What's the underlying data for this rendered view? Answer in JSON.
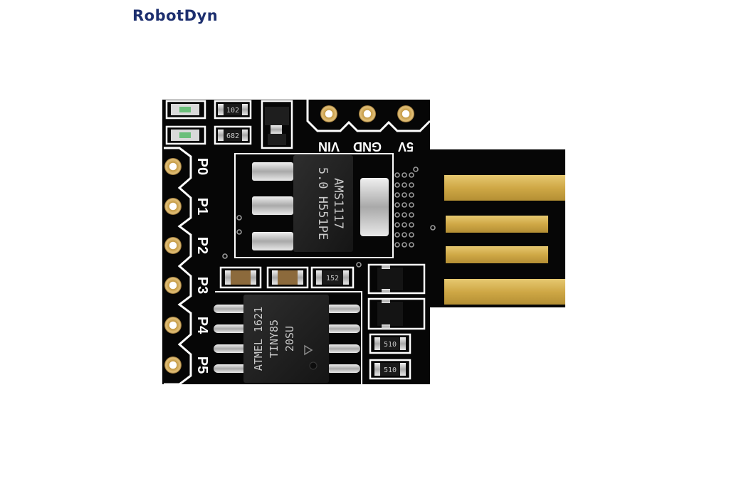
{
  "brand": {
    "name": "RobotDyn",
    "color": "#1d2f6f"
  },
  "colors": {
    "pcb": "#060606",
    "silkscreen": "#ffffff",
    "gold": "#d6b24a",
    "pad_copper": "#b88a3e"
  },
  "pins_left": [
    "P0",
    "P1",
    "P2",
    "P3",
    "P4",
    "P5"
  ],
  "pins_top": [
    "5V",
    "GND",
    "VIN"
  ],
  "regulator": {
    "line1": "AMS1117",
    "line2": "5.0 H551PE"
  },
  "mcu": {
    "line1": "ATMEL 1621",
    "line2": "TINY85",
    "line3": "20SU"
  },
  "smd_codes": {
    "r_top": "102",
    "r_second": "682",
    "r_mid": "152",
    "r_bottom1": "510",
    "r_bottom2": "510"
  }
}
